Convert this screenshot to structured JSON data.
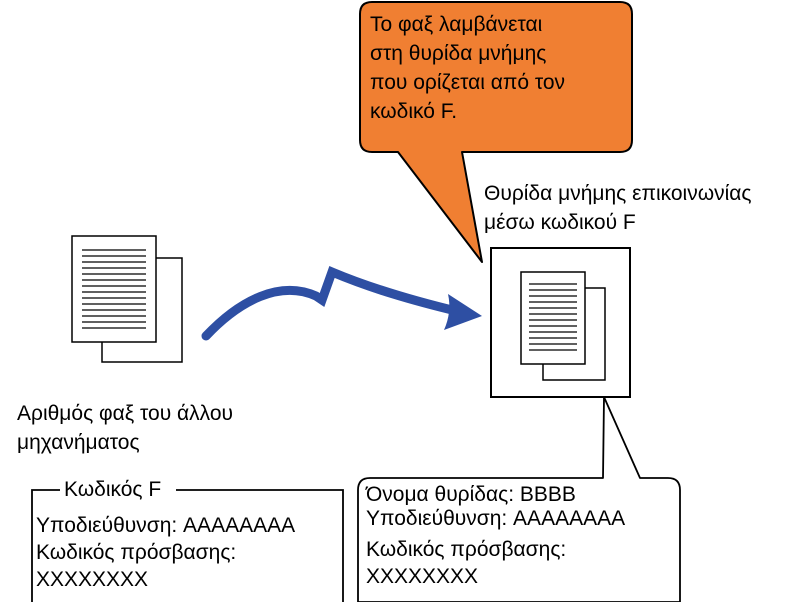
{
  "callout": {
    "lines": [
      "Το φαξ λαμβάνεται",
      "στη θυρίδα μνήμης",
      "που ορίζεται από τον",
      "κωδικό F."
    ],
    "fill_color": "#f07f32"
  },
  "mailbox_title": {
    "lines": [
      "Θυρίδα μνήμης επικοινωνίας",
      "μέσω κωδικού F"
    ]
  },
  "sender_label": {
    "lines": [
      "Αριθμός φαξ του άλλου",
      "μηχανήματος"
    ]
  },
  "fcode_box": {
    "legend": "Κωδικός F",
    "subaddress": "Υποδιεύθυνση: AAAAAAAA",
    "password_label": "Κωδικός πρόσβασης:",
    "password_value": "XXXXXXXX"
  },
  "mailbox_box": {
    "box_name": "Όνομα θυρίδας: BBBB",
    "subaddress": "Υποδιεύθυνση: AAAAAAAA",
    "password_label": "Κωδικός πρόσβασης:",
    "password_value": "XXXXXXXX"
  },
  "arrow_color": "#2e4fa3"
}
